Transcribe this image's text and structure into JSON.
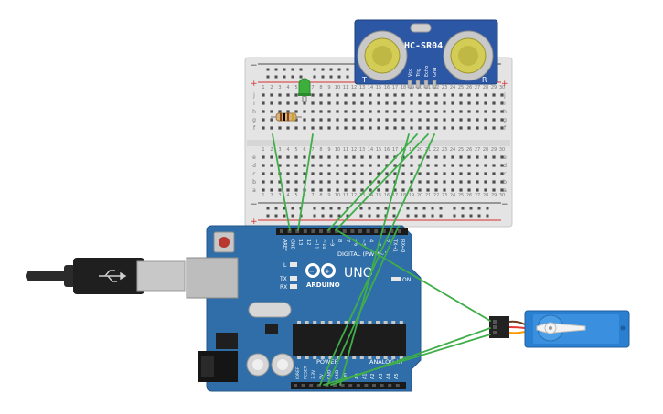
{
  "sensor": {
    "model": "HC-SR04",
    "left_mark": "T",
    "right_mark": "R",
    "pins": [
      "Vcc",
      "Trig",
      "Echo",
      "Gnd"
    ]
  },
  "breadboard": {
    "rows_upper": [
      "j",
      "i",
      "h",
      "g",
      "f"
    ],
    "rows_lower": [
      "e",
      "d",
      "c",
      "b",
      "a"
    ],
    "column_numbers": [
      "1",
      "2",
      "3",
      "4",
      "5",
      "6",
      "7",
      "8",
      "9",
      "10",
      "11",
      "12",
      "13",
      "14",
      "15",
      "16",
      "17",
      "18",
      "19",
      "20",
      "21",
      "22",
      "23",
      "24",
      "25",
      "26",
      "27",
      "28",
      "29",
      "30"
    ],
    "rail_plus": "+",
    "rail_minus": "−"
  },
  "arduino": {
    "logo_text": "ARDUINO",
    "model": "UNO",
    "digital_label": "DIGITAL (PWM~)",
    "power_label": "POWER",
    "analog_label": "ANALOG IN",
    "on_label": "ON",
    "led_l": "L",
    "led_tx": "TX",
    "led_rx": "RX",
    "digital_pins": [
      "AREF",
      "GND",
      "13",
      "12",
      "~11",
      "~10",
      "~9",
      "8",
      "7",
      "~6",
      "~5",
      "4",
      "~3",
      "2",
      "TX→1",
      "RX←0"
    ],
    "power_pins": [
      "IOREF",
      "RESET",
      "3.3V",
      "5V",
      "GND",
      "GND",
      "Vin"
    ],
    "analog_pins": [
      "A0",
      "A1",
      "A2",
      "A3",
      "A4",
      "A5"
    ]
  },
  "colors": {
    "wire": "#3fae49",
    "board": "#2f6ea8",
    "sensor_board": "#2b57a4",
    "breadboard": "#e6e6e6",
    "servo": "#2a7fd0",
    "led": "#3cae3c"
  }
}
